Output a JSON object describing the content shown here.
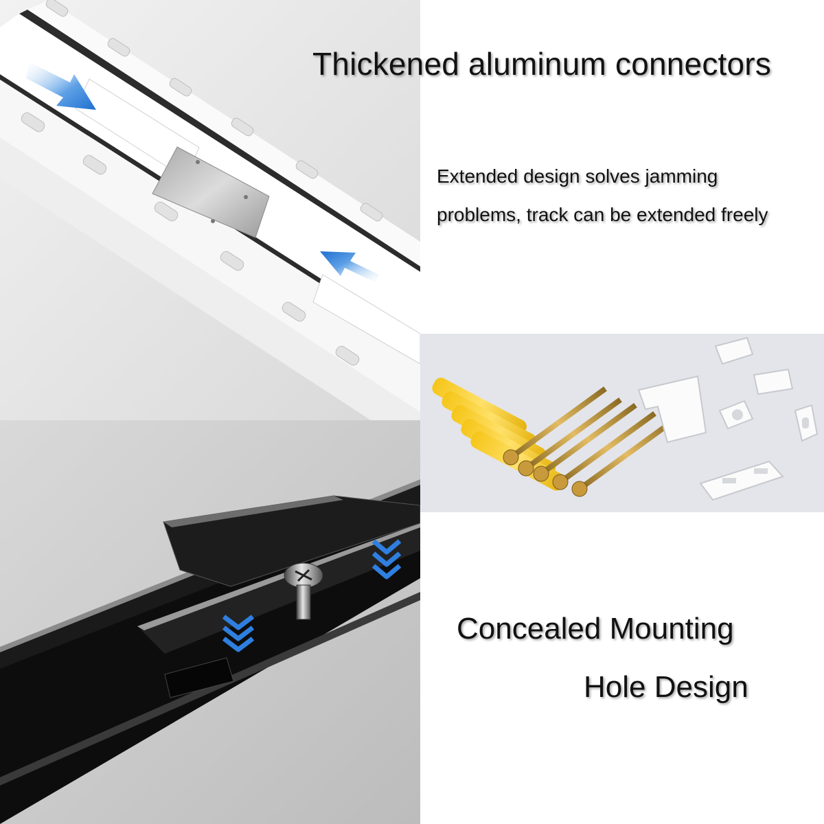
{
  "captions": {
    "aluminum_connectors": "Thickened aluminum connectors",
    "extended_line1": "Extended design solves jamming",
    "extended_line2": "problems, track can be extended freely",
    "concealed_line1": "Concealed Mounting",
    "concealed_line2": "Hole Design"
  },
  "colors": {
    "arrow_blue": "#1f6fd0",
    "anchor_yellow": "#f5c518",
    "screw_brass": "#c89a3c",
    "track_white": "#f4f4f4",
    "track_black": "#111111",
    "accessory_bg": "#e3e5ea"
  },
  "icons": {
    "push_arrows": "arrow-icon",
    "chevrons": "double-chevron-down-icon"
  }
}
